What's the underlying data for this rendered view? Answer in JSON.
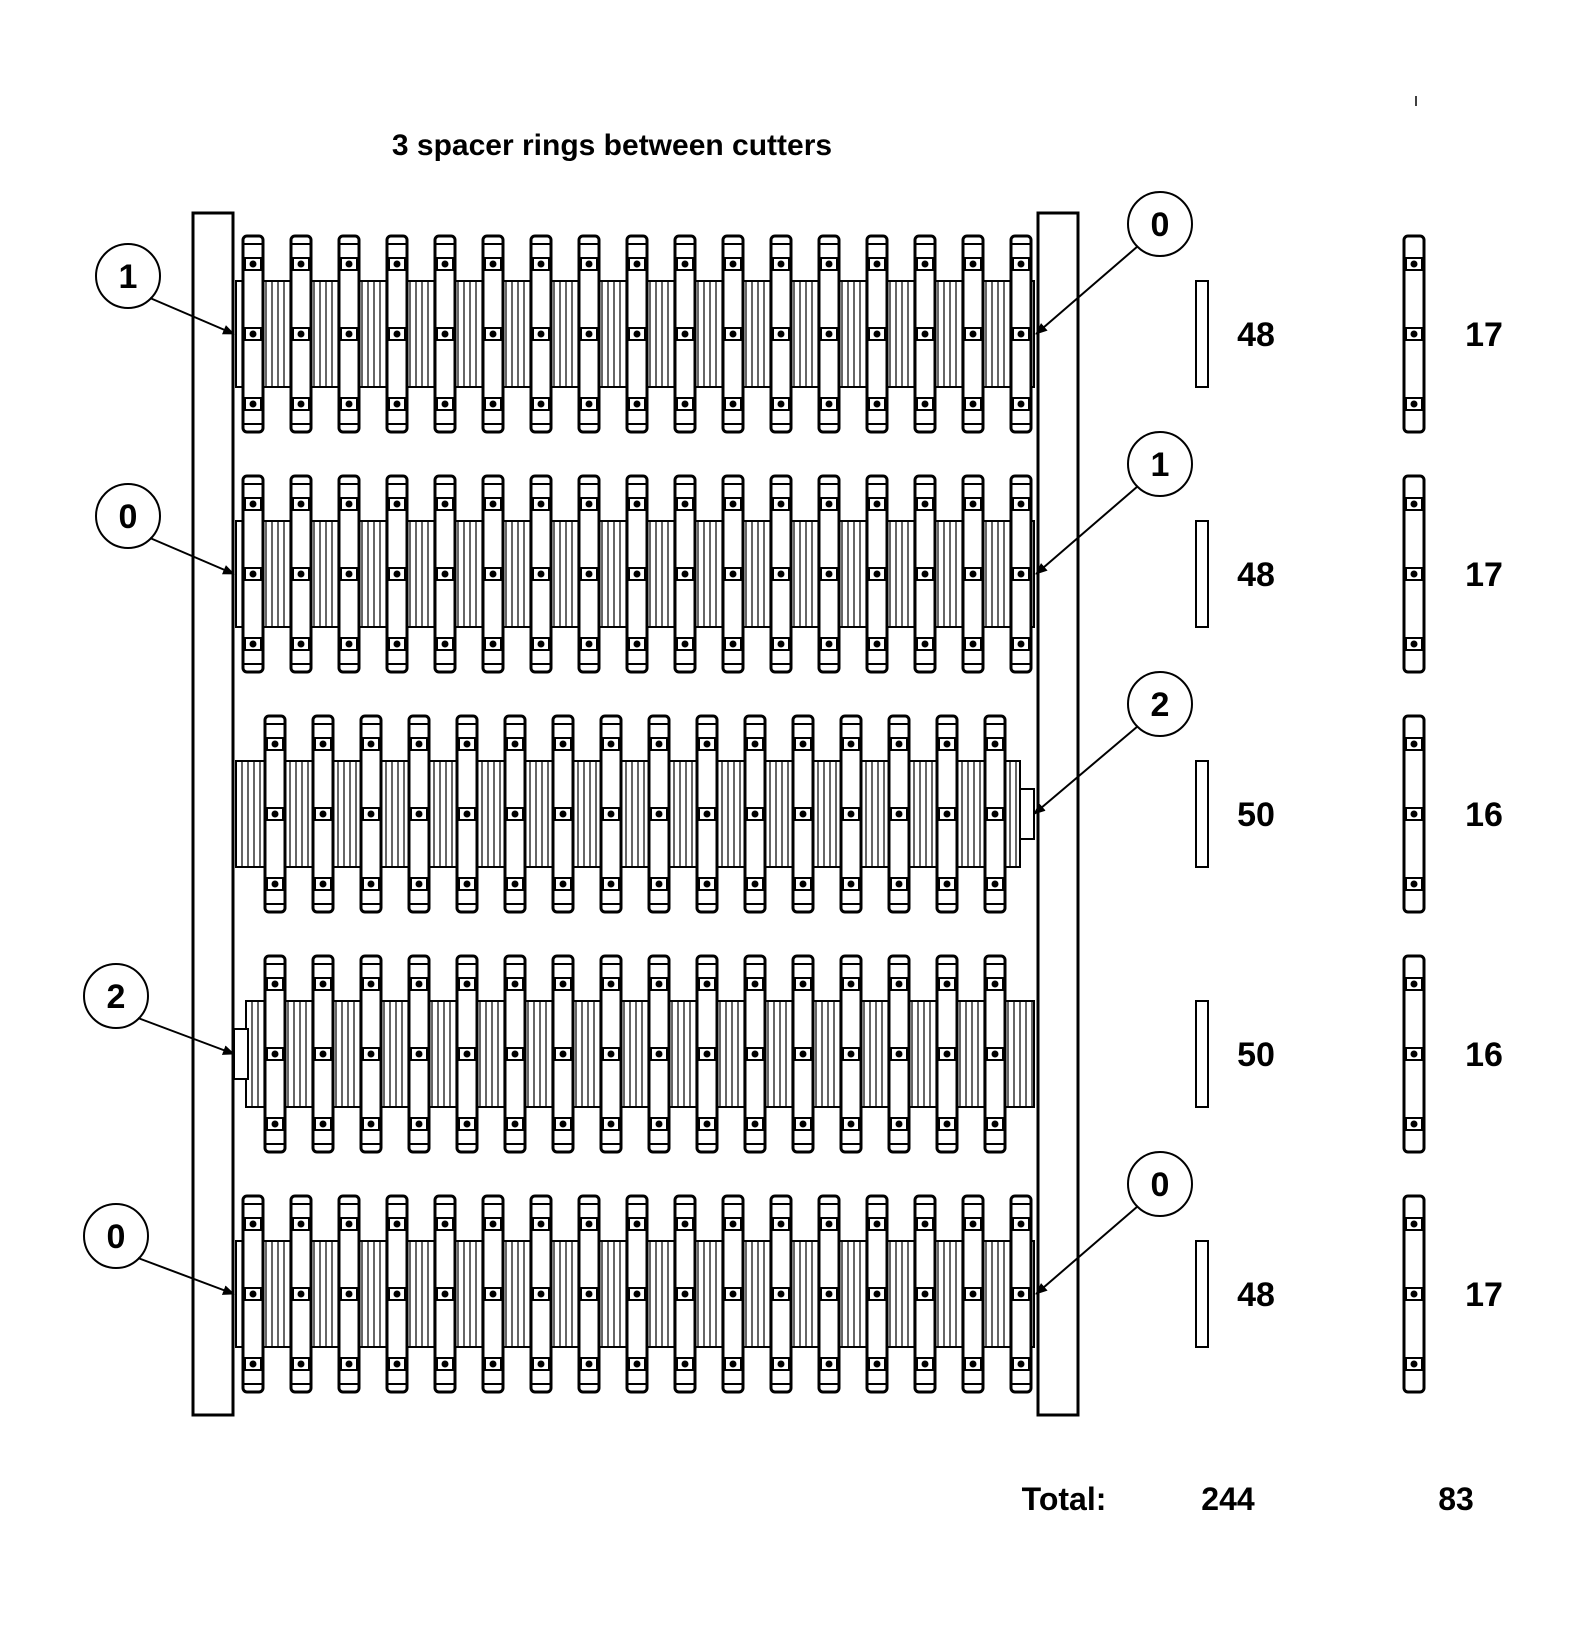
{
  "title": "3 spacer rings between cutters",
  "rows": [
    {
      "left_callout": "1",
      "right_callout": "0",
      "spacer_count": "48",
      "cutter_count": "17",
      "cutters": 17,
      "shaft_offset": "left"
    },
    {
      "left_callout": "0",
      "right_callout": "1",
      "spacer_count": "48",
      "cutter_count": "17",
      "cutters": 17,
      "shaft_offset": "left"
    },
    {
      "left_callout": "",
      "right_callout": "2",
      "spacer_count": "50",
      "cutter_count": "16",
      "cutters": 16,
      "shaft_offset": "right"
    },
    {
      "left_callout": "2",
      "right_callout": "",
      "spacer_count": "50",
      "cutter_count": "16",
      "cutters": 16,
      "shaft_offset": "left"
    },
    {
      "left_callout": "0",
      "right_callout": "0",
      "spacer_count": "48",
      "cutter_count": "17",
      "cutters": 17,
      "shaft_offset": "left"
    }
  ],
  "totals": {
    "label": "Total:",
    "spacer_total": "244",
    "cutter_total": "83"
  }
}
